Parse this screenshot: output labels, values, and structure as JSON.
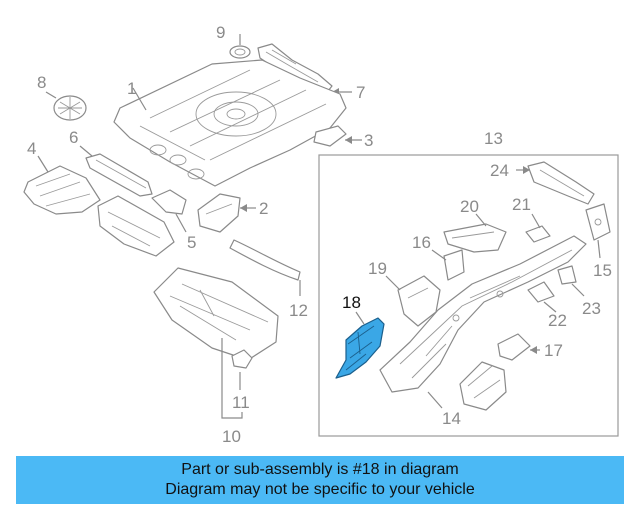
{
  "callouts": {
    "c1": "1",
    "c2": "2",
    "c3": "3",
    "c4": "4",
    "c5": "5",
    "c6": "6",
    "c7": "7",
    "c8": "8",
    "c9": "9",
    "c10": "10",
    "c11": "11",
    "c12": "12",
    "c13": "13",
    "c14": "14",
    "c15": "15",
    "c16": "16",
    "c17": "17",
    "c18": "18",
    "c19": "19",
    "c20": "20",
    "c21": "21",
    "c22": "22",
    "c23": "23",
    "c24": "24"
  },
  "highlighted_part": "18",
  "colors": {
    "highlight": "#3aa7e6",
    "banner": "#4bb9f5",
    "line": "#8a8a8a"
  },
  "banner": {
    "line1": "Part or sub-assembly is #18 in diagram",
    "line2": "Diagram may not be specific to your vehicle"
  }
}
